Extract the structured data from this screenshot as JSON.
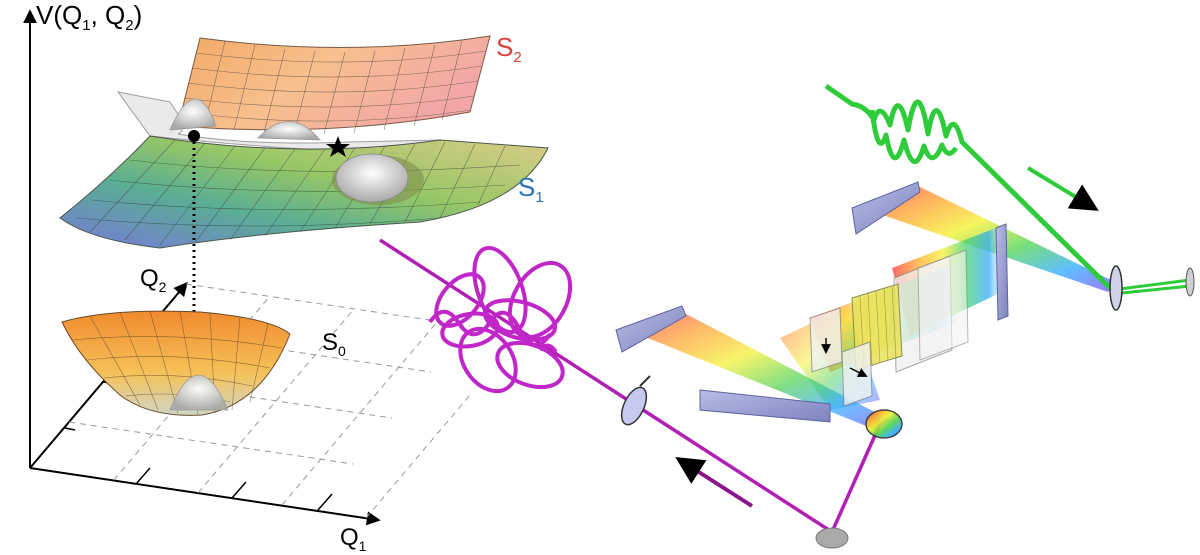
{
  "axes": {
    "vertical_label": "V(Q",
    "vertical_sub1": "1",
    "vertical_mid": ", Q",
    "vertical_sub2": "2",
    "vertical_close": ")",
    "q1_label": "Q",
    "q1_sub": "1",
    "q2_label": "Q",
    "q2_sub": "2"
  },
  "surfaces": {
    "s2_label": "S",
    "s2_sub": "2",
    "s1_label": "S",
    "s1_sub": "1",
    "s0_label": "S",
    "s0_sub": "0"
  },
  "colors": {
    "s2_label": "#e0403a",
    "s1_label": "#2a72b8",
    "pump_beam": "#b21fb5",
    "probe_beam": "#2ecc3a",
    "optics_metal": "#8f95c9"
  }
}
